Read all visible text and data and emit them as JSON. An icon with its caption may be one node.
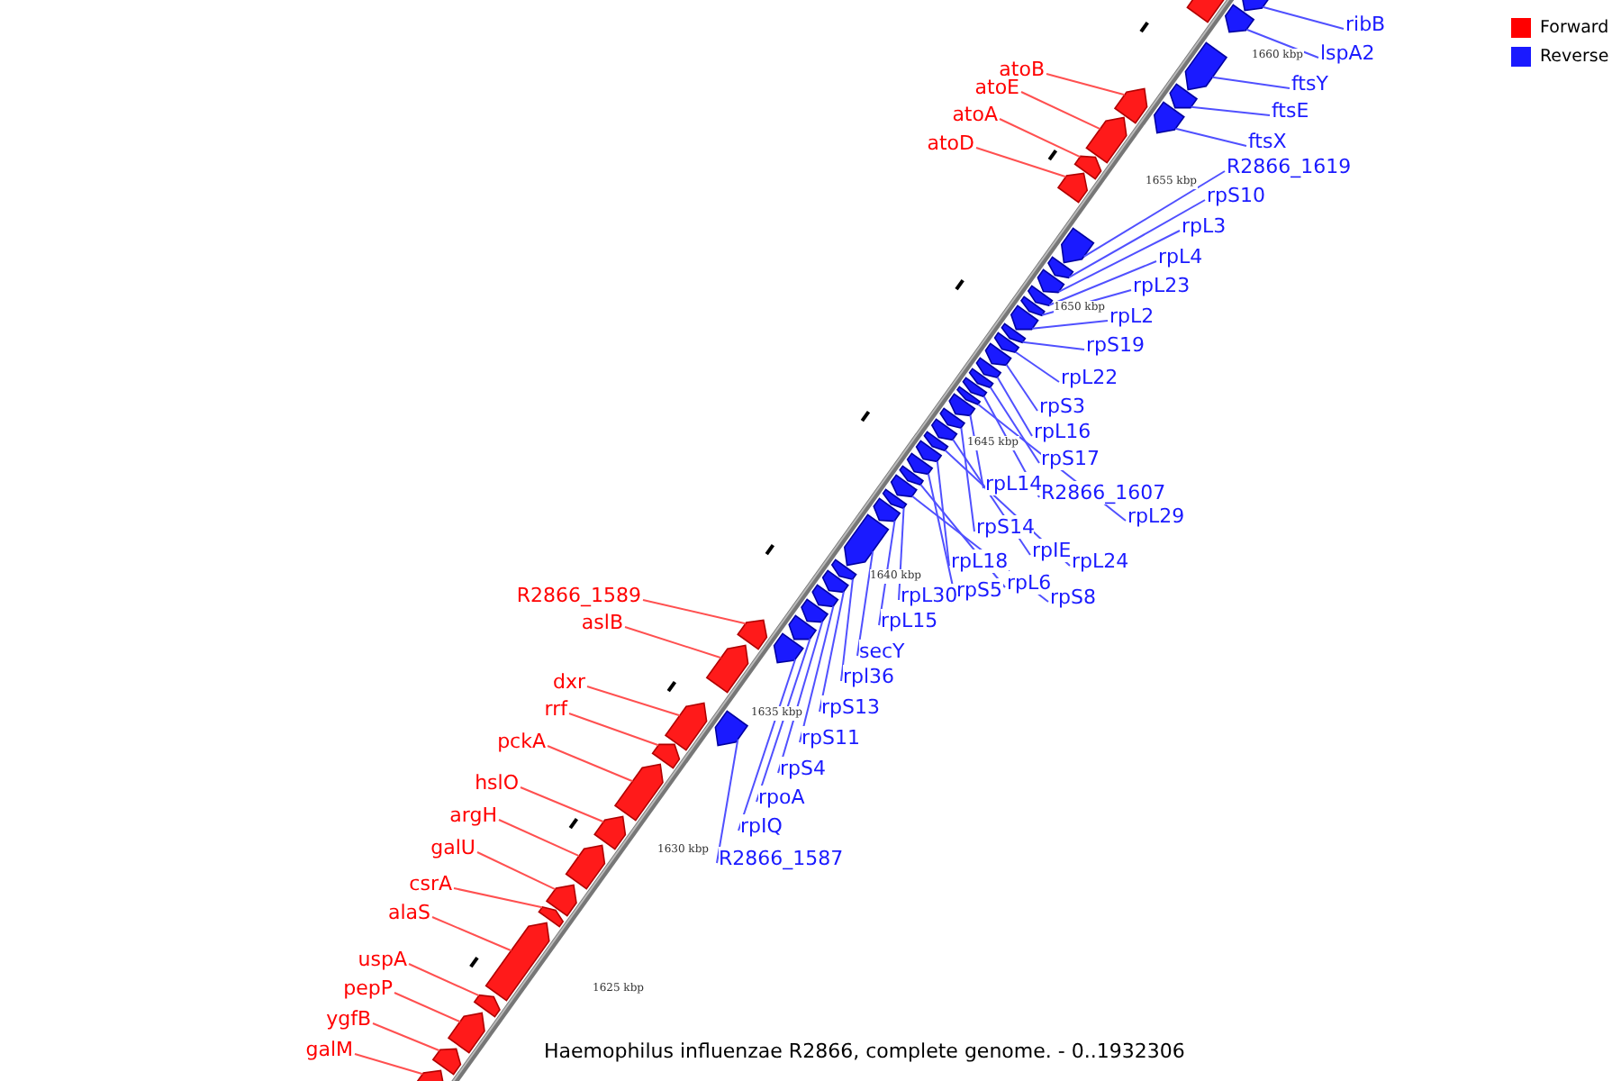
{
  "diagram": {
    "title": "Haemophilus influenzae R2866, complete genome. - 0..1932306",
    "nodes": [
      {
        "text": [],
        "shape": "arrow"
      },
      {
        "text": [
          "ribB"
        ]
      },
      {
        "text": [],
        "shape": "arrow"
      },
      {
        "text": [
          "lspA2"
        ]
      },
      {
        "text": [],
        "shape": "arrow"
      },
      {
        "text": [
          "ftsY"
        ]
      },
      {
        "text": [],
        "shape": "arrow"
      },
      {
        "text": [
          "ftsE"
        ]
      },
      {
        "text": [],
        "shape": "arrow"
      },
      {
        "text": [
          "ftsX"
        ]
      },
      {
        "text": [],
        "shape": "arrow"
      },
      {
        "text": [
          "atoB"
        ]
      },
      {
        "text": [],
        "shape": "arrow"
      },
      {
        "text": [
          "atoE"
        ]
      },
      {
        "text": [],
        "shape": "arrow"
      },
      {
        "text": [
          "atoA"
        ]
      },
      {
        "text": [],
        "shape": "arrow"
      },
      {
        "text": [
          "atoD"
        ]
      },
      {
        "text": [],
        "shape": "arrow"
      },
      {
        "text": [
          "R2866_1619"
        ]
      },
      {
        "text": [],
        "shape": "arrow"
      },
      {
        "text": [
          "rpS10"
        ]
      },
      {
        "text": [],
        "shape": "arrow"
      },
      {
        "text": [
          "rpL3"
        ]
      },
      {
        "text": [],
        "shape": "arrow"
      },
      {
        "text": [
          "rpL4"
        ]
      },
      {
        "text": [],
        "shape": "arrow"
      },
      {
        "text": [
          "rpL23"
        ]
      },
      {
        "text": [],
        "shape": "arrow"
      },
      {
        "text": [
          "rpL2"
        ]
      },
      {
        "text": [],
        "shape": "arrow"
      },
      {
        "text": [
          "rpS19"
        ]
      },
      {
        "text": [],
        "shape": "arrow"
      },
      {
        "text": [
          "rpL22"
        ]
      },
      {
        "text": [],
        "shape": "arrow"
      },
      {
        "text": [
          "rpS3"
        ]
      },
      {
        "text": [],
        "shape": "arrow"
      },
      {
        "text": [
          "rpL16"
        ]
      },
      {
        "text": [],
        "shape": "arrow"
      },
      {
        "text": [
          "rpS17"
        ]
      },
      {
        "text": [],
        "shape": "arrow"
      },
      {
        "text": [
          "R2866_1607"
        ]
      },
      {
        "text": [],
        "shape": "arrow"
      },
      {
        "text": [
          "rpL29"
        ]
      },
      {
        "text": [],
        "shape": "arrow"
      },
      {
        "text": [
          "rpL14"
        ]
      },
      {
        "text": [],
        "shape": "arrow"
      },
      {
        "text": [
          "rpS14"
        ]
      },
      {
        "text": [],
        "shape": "arrow"
      },
      {
        "text": [
          "rpIE"
        ]
      },
      {
        "text": [],
        "shape": "arrow"
      },
      {
        "text": [
          "rpL24"
        ]
      },
      {
        "text": [],
        "shape": "arrow"
      },
      {
        "text": [
          "rpL18"
        ]
      },
      {
        "text": [],
        "shape": "arrow"
      },
      {
        "text": [
          "rpS5"
        ]
      },
      {
        "text": [],
        "shape": "arrow"
      },
      {
        "text": [
          "rpL6"
        ]
      },
      {
        "text": [],
        "shape": "arrow"
      },
      {
        "text": [
          "rpS8"
        ]
      },
      {
        "text": [],
        "shape": "arrow"
      },
      {
        "text": [
          "rpL30"
        ]
      },
      {
        "text": [],
        "shape": "arrow"
      },
      {
        "text": [
          "rpL15"
        ]
      },
      {
        "text": [],
        "shape": "arrow"
      },
      {
        "text": [
          "secY"
        ]
      },
      {
        "text": [],
        "shape": "arrow"
      },
      {
        "text": [
          "rpl36"
        ]
      },
      {
        "text": [],
        "shape": "arrow"
      },
      {
        "text": [
          "rpS13"
        ]
      },
      {
        "text": [],
        "shape": "arrow"
      },
      {
        "text": [
          "rpS11"
        ]
      },
      {
        "text": [],
        "shape": "arrow"
      },
      {
        "text": [
          "rpS4"
        ]
      },
      {
        "text": [],
        "shape": "arrow"
      },
      {
        "text": [
          "rpoA"
        ]
      },
      {
        "text": [],
        "shape": "arrow"
      },
      {
        "text": [
          "rpIQ"
        ]
      },
      {
        "text": [],
        "shape": "arrow"
      },
      {
        "text": [
          "R2866_1587"
        ]
      },
      {
        "text": [],
        "shape": "arrow"
      },
      {
        "text": [
          "R2866_1589"
        ]
      },
      {
        "text": [],
        "shape": "arrow"
      },
      {
        "text": [
          "aslB"
        ]
      },
      {
        "text": [],
        "shape": "arrow"
      },
      {
        "text": [
          "dxr"
        ]
      },
      {
        "text": [],
        "shape": "arrow"
      },
      {
        "text": [
          "rrf"
        ]
      },
      {
        "text": [],
        "shape": "arrow"
      },
      {
        "text": [
          "pckA"
        ]
      },
      {
        "text": [],
        "shape": "arrow"
      },
      {
        "text": [
          "hslO"
        ]
      },
      {
        "text": [],
        "shape": "arrow"
      },
      {
        "text": [
          "argH"
        ]
      },
      {
        "text": [],
        "shape": "arrow"
      },
      {
        "text": [
          "galU"
        ]
      },
      {
        "text": [],
        "shape": "arrow"
      },
      {
        "text": [
          "csrA"
        ]
      },
      {
        "text": [],
        "shape": "arrow"
      },
      {
        "text": [
          "alaS"
        ]
      },
      {
        "text": [],
        "shape": "arrow"
      },
      {
        "text": [
          "uspA"
        ]
      },
      {
        "text": [],
        "shape": "arrow"
      },
      {
        "text": [
          "pepP"
        ]
      },
      {
        "text": [],
        "shape": "arrow"
      },
      {
        "text": [
          "ygfB"
        ]
      },
      {
        "text": [],
        "shape": "arrow"
      },
      {
        "text": [
          "galM"
        ]
      },
      {
        "text": [],
        "shape": "arrow"
      }
    ],
    "edges": [
      {
        "from": 1,
        "to": 2,
        "arrow": "none"
      },
      {
        "from": 3,
        "to": 4,
        "arrow": "none"
      },
      {
        "from": 5,
        "to": 6,
        "arrow": "none"
      },
      {
        "from": 7,
        "to": 8,
        "arrow": "none"
      },
      {
        "from": 9,
        "to": 10,
        "arrow": "none"
      },
      {
        "from": 11,
        "to": 12,
        "arrow": "none",
        "color": "#ff5050"
      },
      {
        "from": 13,
        "to": 14,
        "arrow": "none",
        "color": "#ff5050"
      },
      {
        "from": 15,
        "to": 16,
        "arrow": "none",
        "color": "#ff5050"
      },
      {
        "from": 17,
        "to": 18,
        "arrow": "none",
        "color": "#ff5050"
      },
      {
        "from": 19,
        "to": 20,
        "arrow": "none"
      },
      {
        "from": 21,
        "to": 22,
        "arrow": "none"
      },
      {
        "from": 23,
        "to": 24,
        "arrow": "none"
      },
      {
        "from": 25,
        "to": 26,
        "arrow": "none"
      },
      {
        "from": 27,
        "to": 28,
        "arrow": "none"
      },
      {
        "from": 29,
        "to": 30,
        "arrow": "none"
      },
      {
        "from": 31,
        "to": 32,
        "arrow": "none"
      },
      {
        "from": 33,
        "to": 34,
        "arrow": "none"
      },
      {
        "from": 35,
        "to": 36,
        "arrow": "none"
      },
      {
        "from": 37,
        "to": 38,
        "arrow": "none"
      },
      {
        "from": 39,
        "to": 40,
        "arrow": "none"
      },
      {
        "from": 41,
        "to": 42,
        "arrow": "none"
      },
      {
        "from": 43,
        "to": 44,
        "arrow": "none"
      },
      {
        "from": 45,
        "to": 46,
        "arrow": "none"
      },
      {
        "from": 47,
        "to": 48,
        "arrow": "none"
      },
      {
        "from": 49,
        "to": 50,
        "arrow": "none"
      },
      {
        "from": 51,
        "to": 52,
        "arrow": "none"
      },
      {
        "from": 53,
        "to": 54,
        "arrow": "none"
      },
      {
        "from": 55,
        "to": 56,
        "arrow": "none"
      },
      {
        "from": 57,
        "to": 58,
        "arrow": "none"
      },
      {
        "from": 59,
        "to": 60,
        "arrow": "none"
      },
      {
        "from": 61,
        "to": 62,
        "arrow": "none"
      },
      {
        "from": 63,
        "to": 64,
        "arrow": "none"
      },
      {
        "from": 65,
        "to": 66,
        "arrow": "none"
      },
      {
        "from": 67,
        "to": 68,
        "arrow": "none"
      },
      {
        "from": 69,
        "to": 70,
        "arrow": "none"
      },
      {
        "from": 71,
        "to": 72,
        "arrow": "none"
      },
      {
        "from": 73,
        "to": 74,
        "arrow": "none"
      },
      {
        "from": 75,
        "to": 76,
        "arrow": "none"
      },
      {
        "from": 77,
        "to": 78,
        "arrow": "none"
      },
      {
        "from": 79,
        "to": 80,
        "arrow": "none"
      },
      {
        "from": 81,
        "to": 82,
        "arrow": "none",
        "color": "#ff5050"
      },
      {
        "from": 83,
        "to": 84,
        "arrow": "none",
        "color": "#ff5050"
      },
      {
        "from": 85,
        "to": 86,
        "arrow": "none",
        "color": "#ff5050"
      },
      {
        "from": 87,
        "to": 88,
        "arrow": "none",
        "color": "#ff5050"
      },
      {
        "from": 89,
        "to": 90,
        "arrow": "none",
        "color": "#ff5050"
      },
      {
        "from": 91,
        "to": 92,
        "arrow": "none",
        "color": "#ff5050"
      },
      {
        "from": 93,
        "to": 94,
        "arrow": "none",
        "color": "#ff5050"
      },
      {
        "from": 95,
        "to": 96,
        "arrow": "none",
        "color": "#ff5050"
      },
      {
        "from": 97,
        "to": 98,
        "arrow": "none",
        "color": "#ff5050"
      },
      {
        "from": 99,
        "to": 100,
        "arrow": "none",
        "color": "#ff5050"
      },
      {
        "from": 101,
        "to": 102,
        "arrow": "none",
        "color": "#ff5050"
      },
      {
        "from": 103,
        "to": 104,
        "arrow": "none",
        "color": "#ff5050"
      },
      {
        "from": 105,
        "to": 106,
        "arrow": "none",
        "color": "#ff5050"
      },
      {
        "from": 107,
        "to": 108,
        "arrow": "none",
        "color": "#ff5050"
      }
    ],
    "labels": [
      "1660 kbp",
      "1655 kbp",
      "1650 kbp",
      "1645 kbp",
      "1640 kbp",
      "1635 kbp",
      "1630 kbp",
      "1625 kbp"
    ],
    "legend": [
      {
        "text": "Forward",
        "color": "#ff0000"
      },
      {
        "text": "Reverse",
        "color": "#1a1aff"
      }
    ]
  }
}
